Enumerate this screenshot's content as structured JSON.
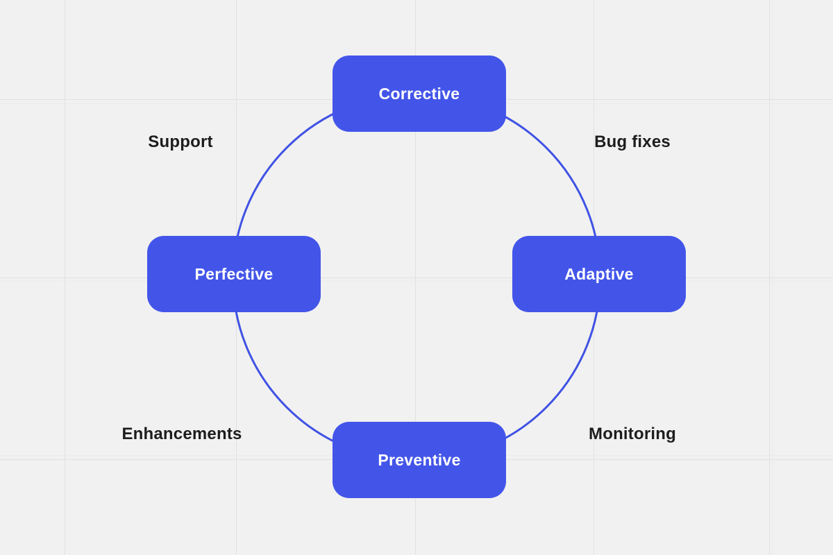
{
  "diagram": {
    "type": "cycle",
    "nodes": [
      {
        "id": "top",
        "label": "Corrective"
      },
      {
        "id": "right",
        "label": "Adaptive"
      },
      {
        "id": "bottom",
        "label": "Preventive"
      },
      {
        "id": "left",
        "label": "Perfective"
      }
    ],
    "annotations": [
      {
        "id": "top-left",
        "label": "Support"
      },
      {
        "id": "top-right",
        "label": "Bug fixes"
      },
      {
        "id": "bottom-left",
        "label": "Enhancements"
      },
      {
        "id": "bottom-right",
        "label": "Monitoring"
      }
    ]
  },
  "colors": {
    "background": "#f1f1f1",
    "node_fill": "#4355e9",
    "circle_stroke": "#4052e4",
    "node_text": "#ffffff",
    "annotation_text": "#1d1d1f",
    "grid_line": "#e1e1e1",
    "grid_line_faint": "#ebebeb"
  }
}
